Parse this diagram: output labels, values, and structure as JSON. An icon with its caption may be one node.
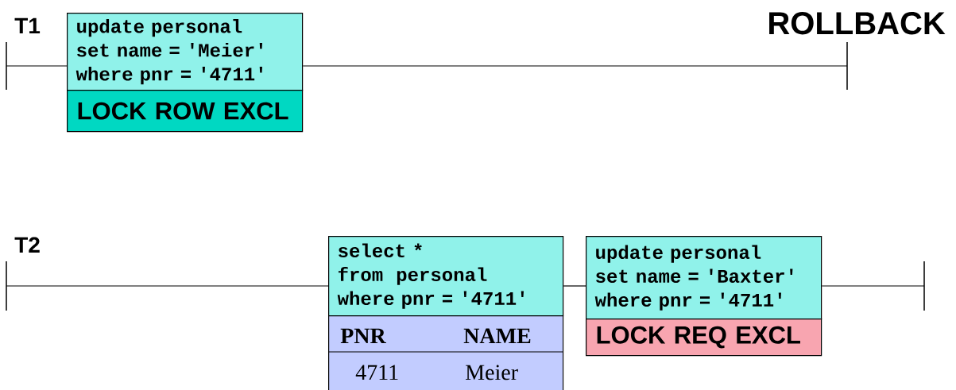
{
  "diagram": {
    "nodes": [
      {
        "text": [
          "update personal",
          "set name = 'Meier'",
          "where pnr = '4711'"
        ]
      },
      {
        "text": [
          "LOCK ROW EXCL"
        ]
      },
      {
        "text": [
          "select *",
          "from  personal",
          "where pnr = '4711'"
        ]
      },
      {
        "text": [
          "PNR",
          "NAME",
          "4711",
          "Meier"
        ]
      },
      {
        "text": [
          "update personal",
          "set name = 'Baxter'",
          "where pnr = '4711'"
        ]
      },
      {
        "text": [
          "LOCK REQ EXCL"
        ]
      },
      {
        "text": [],
        "shape": "bar"
      },
      {
        "text": [],
        "shape": "bar",
        "beside": [
          "ROLLBACK"
        ]
      },
      {
        "text": [],
        "shape": "bar"
      },
      {
        "text": [],
        "shape": "bar"
      }
    ],
    "edges": [
      {
        "from": 6,
        "to": 0,
        "arrow": "none"
      },
      {
        "from": 0,
        "to": 7,
        "arrow": "none"
      },
      {
        "from": 8,
        "to": 2,
        "arrow": "none"
      },
      {
        "from": 2,
        "to": 4,
        "arrow": "none"
      },
      {
        "from": 4,
        "to": 9,
        "arrow": "none"
      }
    ],
    "labels": [
      "T1",
      "T2"
    ]
  }
}
